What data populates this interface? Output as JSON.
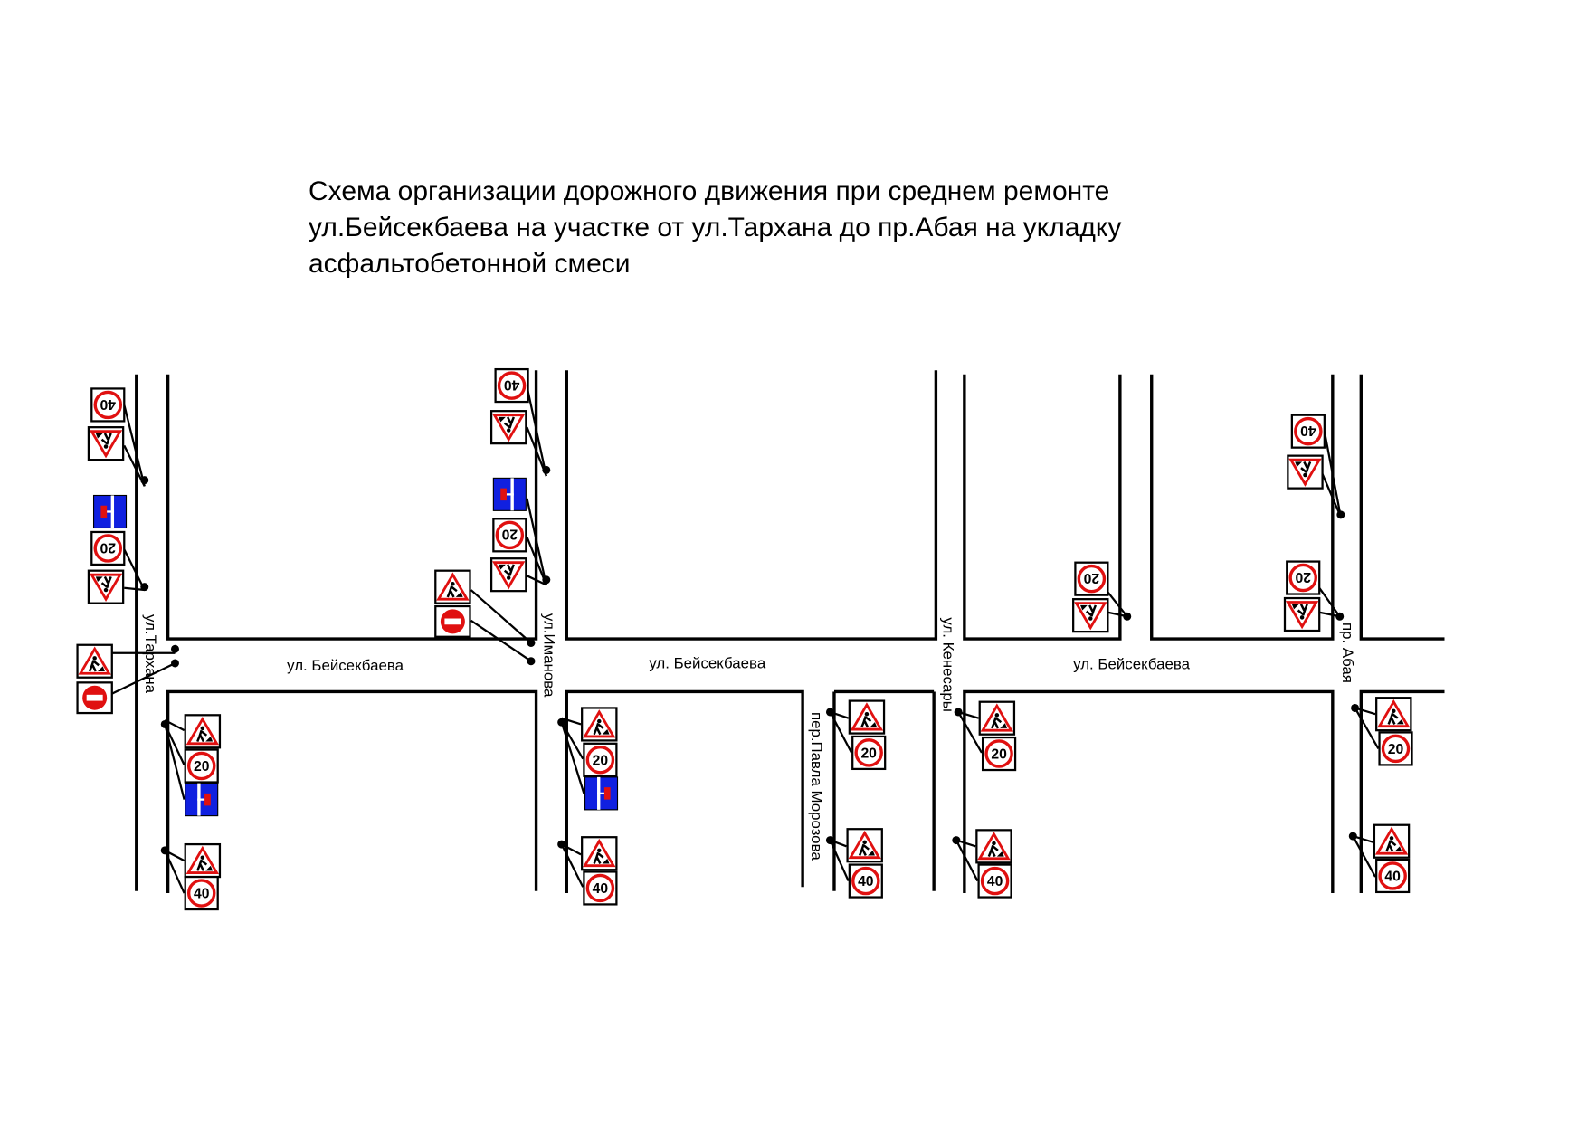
{
  "title": {
    "lines": [
      "Схема организации дорожного движения при среднем ремонте",
      "ул.Бейсекбаева на участке от ул.Тархана до пр.Абая на укладку",
      "асфальтобетонной смеси"
    ]
  },
  "streets": {
    "main_1": "ул. Бейсекбаева",
    "main_2": "ул. Бейсекбаева",
    "main_3": "ул. Бейсекбаева",
    "tarkhana": "ул.Тархана",
    "imanova": "ул.Иманова",
    "morozova": "пер.Павла Морозова",
    "kenesary": "ул. Кенесары",
    "abaya": "пр. Абая"
  },
  "speed_signs": [
    "40",
    "20",
    "40",
    "20",
    "20",
    "40",
    "20",
    "40",
    "20",
    "40",
    "20",
    "40",
    "20",
    "40",
    "20",
    "20",
    "40"
  ],
  "colors": {
    "sign_red": "#e01010",
    "sign_blue": "#1020e0",
    "line": "#000000"
  }
}
